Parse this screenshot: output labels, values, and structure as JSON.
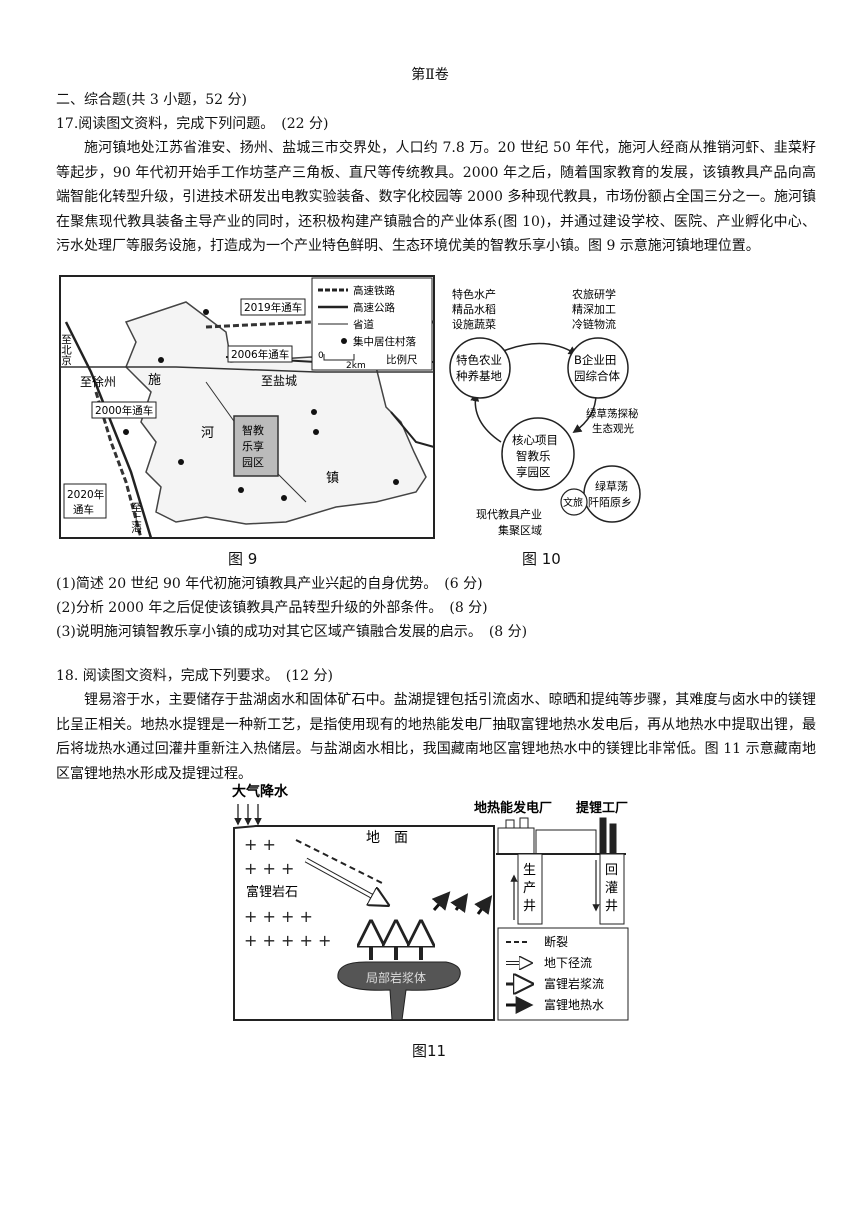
{
  "volume_title": "第Ⅱ卷",
  "section_title": "二、综合题(共 3 小题，52 分)",
  "q17": {
    "head": "17.阅读图文资料，完成下列问题。　(22 分)",
    "paragraph": "施河镇地处江苏省淮安、扬州、盐城三市交界处，人口约 7.8 万。20 世纪 50 年代，施河人经商从推销河虾、韭菜籽等起步，90 年代初开始手工作坊茎产三角板、直尺等传统教具。2000 年之后，随着国家教育的发展，该镇教具产品向高端智能化转型升级，引进技术研发出电教实验装备、数字化校园等 2000 多种现代教具，市场份额占全国三分之一。施河镇在聚焦现代教具装备主导产业的同时，还积极构建产镇融合的产业体系(图 10)，并通过建设学校、医院、产业孵化中心、污水处理厂等服务设施，打造成为一个产业特色鲜明、生态环境优美的智教乐享小镇。图 9 示意施河镇地理位置。",
    "sub1": "(1)简述 20 世纪 90 年代初施河镇教具产业兴起的自身优势。　(6 分)",
    "sub2": "(2)分析 2000 年之后促使该镇教具产品转型升级的外部条件。　(8 分)",
    "sub3": "(3)说明施河镇智教乐享小镇的成功对其它区域产镇融合发展的启示。　(8 分)"
  },
  "fig9": {
    "caption": "图 9",
    "legend": {
      "rail": "高速铁路",
      "highway": "高速公路",
      "road": "省道",
      "village": "集中居住村落",
      "scale_zero": "0",
      "scale_value": "2km",
      "scale_label": "比例尺"
    },
    "labels": {
      "open2019": "2019年通车",
      "open2006": "2006年通车",
      "open2000": "2000年通车",
      "open2020_a": "2020年",
      "open2020_b": "通车",
      "to_beijing": "至北京",
      "to_xuzhou": "至徐州",
      "to_yancheng": "至盐城",
      "to_shanghai": "至上海",
      "shi": "施",
      "he": "河",
      "zhen": "镇",
      "park_a": "智教",
      "park_b": "乐享",
      "park_c": "园区"
    }
  },
  "fig10": {
    "caption": "图 10",
    "node1_top": [
      "特色水产",
      "精品水稻",
      "设施蔬菜"
    ],
    "node1": [
      "特色农业",
      "种养基地"
    ],
    "node2_top": [
      "农旅研学",
      "精深加工",
      "冷链物流"
    ],
    "node2": [
      "B企业田",
      "园综合体"
    ],
    "node3": [
      "核心项目",
      "智教乐",
      "享园区"
    ],
    "node4_side": [
      "绿草荡探秘",
      "生态观光"
    ],
    "node4": [
      "绿草荡",
      "阡陌原乡"
    ],
    "bottom": [
      "现代教具产业",
      "集聚区域"
    ],
    "wenlv": "文旅"
  },
  "q18": {
    "head": "18. 阅读图文资料，完成下列要求。　(12 分)",
    "paragraph": "锂易溶于水，主要储存于盐湖卤水和固体矿石中。盐湖提锂包括引流卤水、晾晒和提纯等步骤，其难度与卤水中的镁锂比呈正相关。地热水提锂是一种新工艺，是指使用现有的地热能发电厂抽取富锂地热水发电后，再从地热水中提取出锂，最后将垅热水通过回灌井重新注入热储层。与盐湖卤水相比，我国藏南地区富锂地热水中的镁锂比非常低。图 11 示意藏南地区富锂地热水形成及提锂过程。"
  },
  "fig11": {
    "caption": "图11",
    "precip": "大气降水",
    "ground": "地　面",
    "rock": "富锂岩石",
    "plant1": "地热能发电厂",
    "plant2": "提锂工厂",
    "well1": [
      "生",
      "产",
      "井"
    ],
    "well2": [
      "回",
      "灌",
      "井"
    ],
    "magma": "局部岩浆体",
    "legend": {
      "fault": "断裂",
      "underground": "地下径流",
      "magma_flow": "富锂岩浆流",
      "hot_water": "富锂地热水"
    }
  }
}
